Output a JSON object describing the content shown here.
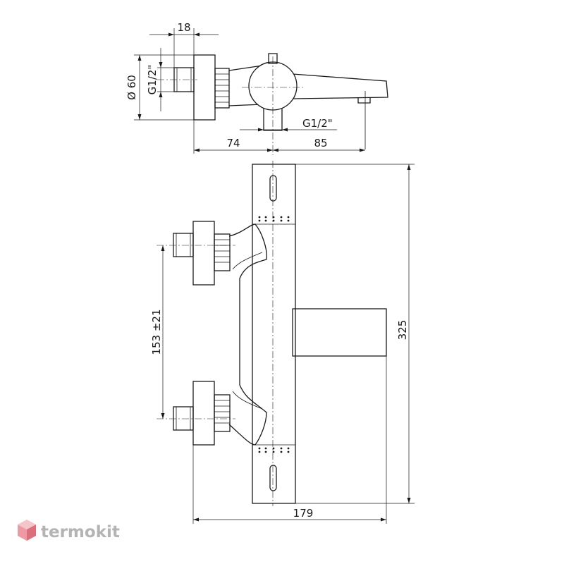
{
  "dimensions": {
    "top_width": "18",
    "diameter": "Ø 60",
    "thread_left": "G1/2\"",
    "thread_bottom": "G1/2\"",
    "offset_left": "74",
    "offset_right": "85",
    "center_distance": "153 ±21",
    "total_height": "325",
    "total_width": "179"
  },
  "brand": {
    "name": "termokit",
    "colors": {
      "logo_light": "#f4c6cb",
      "logo_mid": "#ee9aa4",
      "logo_dark": "#d9707c",
      "text": "#b4b4b4"
    }
  }
}
